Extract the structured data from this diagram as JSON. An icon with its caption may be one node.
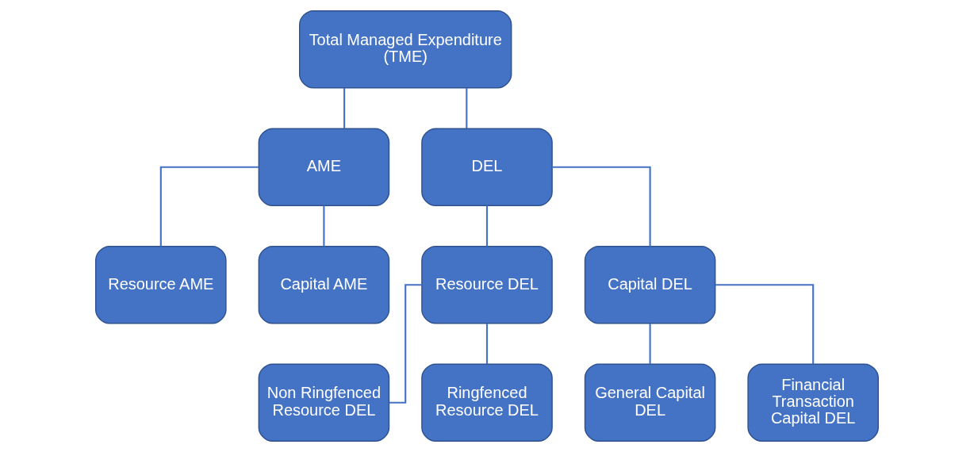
{
  "diagram": {
    "nodes": [
      {
        "text": [
          "Total Managed Expenditure (TME)"
        ]
      },
      {
        "text": [
          "AME"
        ]
      },
      {
        "text": [
          "DEL"
        ]
      },
      {
        "text": [
          "Resource AME"
        ]
      },
      {
        "text": [
          "Capital AME"
        ]
      },
      {
        "text": [
          "Resource DEL"
        ]
      },
      {
        "text": [
          "Capital DEL"
        ]
      },
      {
        "text": [
          "Non Ringfenced Resource DEL"
        ]
      },
      {
        "text": [
          "Ringfenced Resource DEL"
        ]
      },
      {
        "text": [
          "General Capital DEL"
        ]
      },
      {
        "text": [
          "Financial Transaction Capital DEL"
        ]
      }
    ],
    "edges": [
      {
        "from": 0,
        "to": 1,
        "arrow": "none"
      },
      {
        "from": 0,
        "to": 2,
        "arrow": "none"
      },
      {
        "from": 1,
        "to": 3,
        "arrow": "none"
      },
      {
        "from": 1,
        "to": 4,
        "arrow": "none"
      },
      {
        "from": 2,
        "to": 5,
        "arrow": "none"
      },
      {
        "from": 2,
        "to": 6,
        "arrow": "none"
      },
      {
        "from": 5,
        "to": 7,
        "arrow": "none"
      },
      {
        "from": 5,
        "to": 8,
        "arrow": "none"
      },
      {
        "from": 6,
        "to": 9,
        "arrow": "none"
      },
      {
        "from": 6,
        "to": 10,
        "arrow": "none"
      }
    ]
  }
}
